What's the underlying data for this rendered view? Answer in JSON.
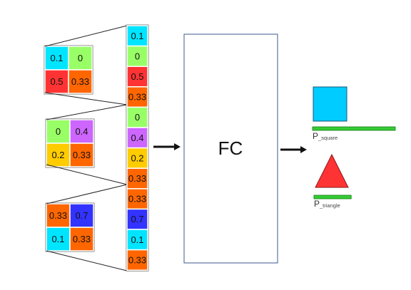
{
  "colors": {
    "cyan": "#00e5ff",
    "green": "#99ff66",
    "red": "#ff3333",
    "orange": "#ff6600",
    "violet": "#cc66ff",
    "yellow": "#ffcc00",
    "blue": "#3333ff",
    "square_fill": "#00ccff",
    "triangle_fill": "#ff3333",
    "bar_fill": "#33cc33",
    "fc_border": "#3c5a8c"
  },
  "grids": [
    {
      "cells": [
        {
          "value": "0.1",
          "color": "cyan"
        },
        {
          "value": "0",
          "color": "green"
        },
        {
          "value": "0.5",
          "color": "red"
        },
        {
          "value": "0.33",
          "color": "orange"
        }
      ]
    },
    {
      "cells": [
        {
          "value": "0",
          "color": "green"
        },
        {
          "value": "0.4",
          "color": "violet"
        },
        {
          "value": "0.2",
          "color": "yellow"
        },
        {
          "value": "0.33",
          "color": "orange"
        }
      ]
    },
    {
      "cells": [
        {
          "value": "0.33",
          "color": "orange"
        },
        {
          "value": "0.7",
          "color": "blue"
        },
        {
          "value": "0.1",
          "color": "cyan"
        },
        {
          "value": "0.33",
          "color": "orange"
        }
      ]
    }
  ],
  "vector": [
    {
      "value": "0.1",
      "color": "cyan"
    },
    {
      "value": "0",
      "color": "green"
    },
    {
      "value": "0.5",
      "color": "red"
    },
    {
      "value": "0.33",
      "color": "orange"
    },
    {
      "value": "0",
      "color": "green"
    },
    {
      "value": "0.4",
      "color": "violet"
    },
    {
      "value": "0.2",
      "color": "yellow"
    },
    {
      "value": "0.33",
      "color": "orange"
    },
    {
      "value": "0.33",
      "color": "orange"
    },
    {
      "value": "0.7",
      "color": "blue"
    },
    {
      "value": "0.1",
      "color": "cyan"
    },
    {
      "value": "0.33",
      "color": "orange"
    }
  ],
  "fc_label": "FC",
  "outputs": {
    "square": {
      "label_main": "P",
      "label_sub": "_square",
      "probability": 1.0
    },
    "triangle": {
      "label_main": "P",
      "label_sub": "_triangle",
      "probability": 0.45
    }
  }
}
